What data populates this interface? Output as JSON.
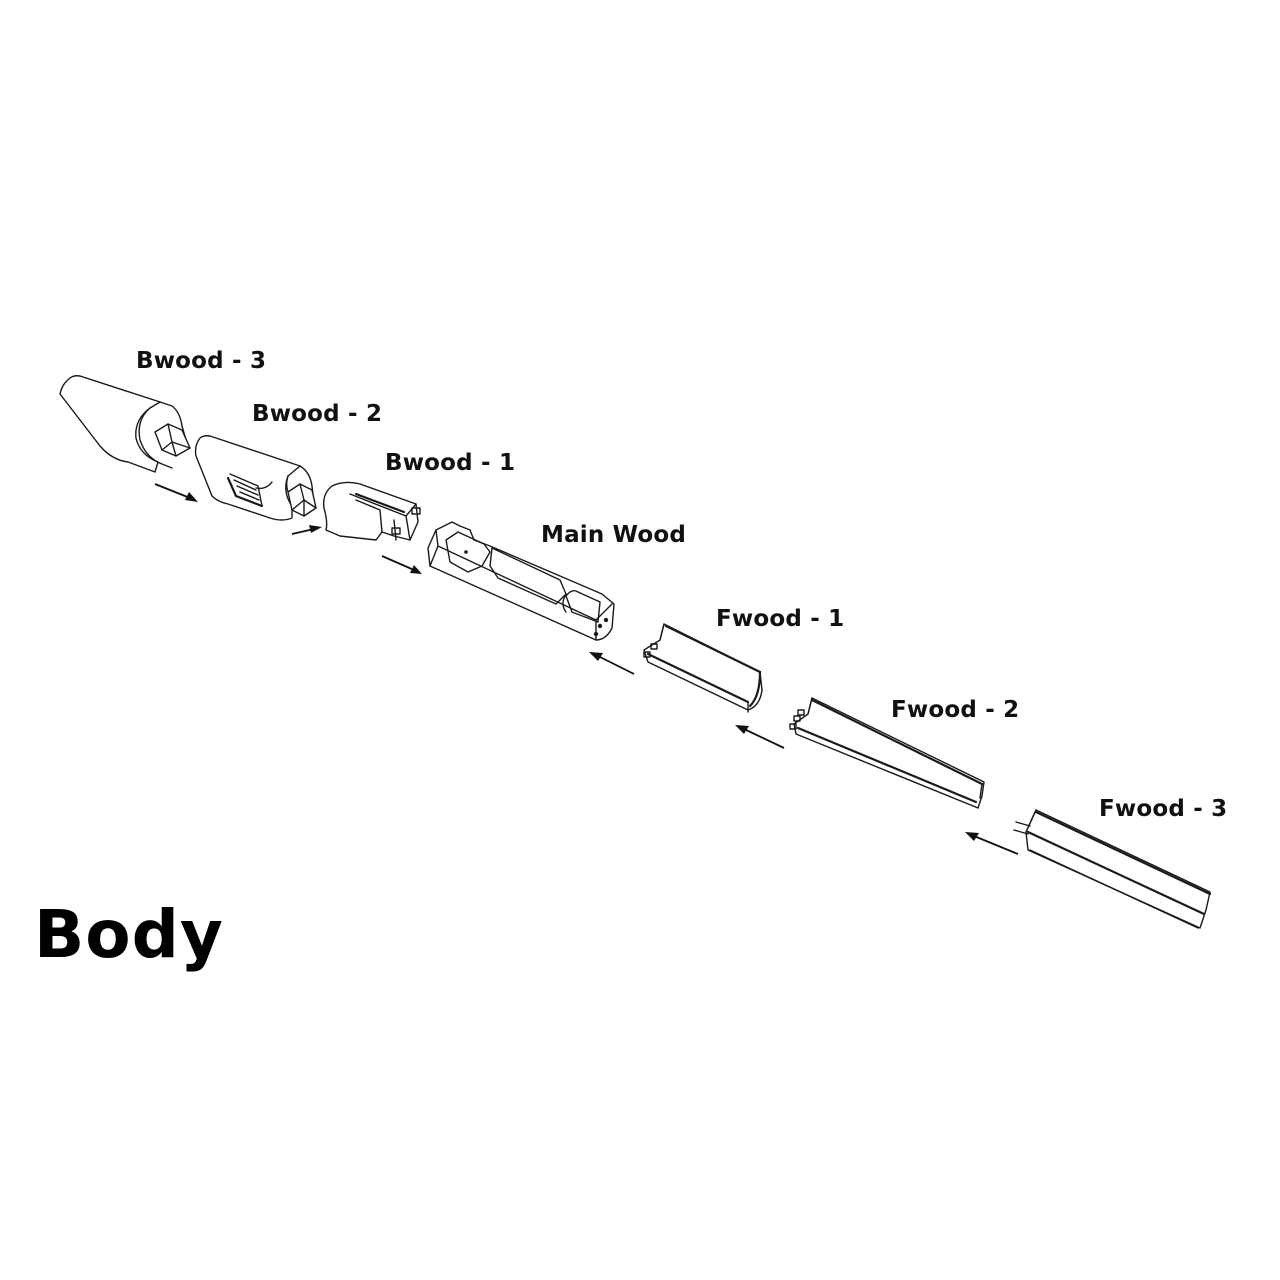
{
  "title": "Body",
  "parts": [
    {
      "id": "bwood-3",
      "label": "Bwood - 3"
    },
    {
      "id": "bwood-2",
      "label": "Bwood - 2"
    },
    {
      "id": "bwood-1",
      "label": "Bwood - 1"
    },
    {
      "id": "main-wood",
      "label": "Main Wood"
    },
    {
      "id": "fwood-1",
      "label": "Fwood - 1"
    },
    {
      "id": "fwood-2",
      "label": "Fwood - 2"
    },
    {
      "id": "fwood-3",
      "label": "Fwood - 3"
    }
  ],
  "arrows": [
    {
      "from": "bwood-3",
      "to": "bwood-2",
      "direction": "down-right"
    },
    {
      "from": "bwood-2",
      "to": "bwood-1",
      "direction": "right"
    },
    {
      "from": "bwood-1",
      "to": "main-wood",
      "direction": "down-right"
    },
    {
      "from": "fwood-1",
      "to": "main-wood",
      "direction": "up-left"
    },
    {
      "from": "fwood-2",
      "to": "fwood-1",
      "direction": "up-left"
    },
    {
      "from": "fwood-3",
      "to": "fwood-2",
      "direction": "up-left"
    }
  ],
  "colors": {
    "line": "#1a1a1a",
    "background": "#ffffff",
    "text": "#111111"
  }
}
